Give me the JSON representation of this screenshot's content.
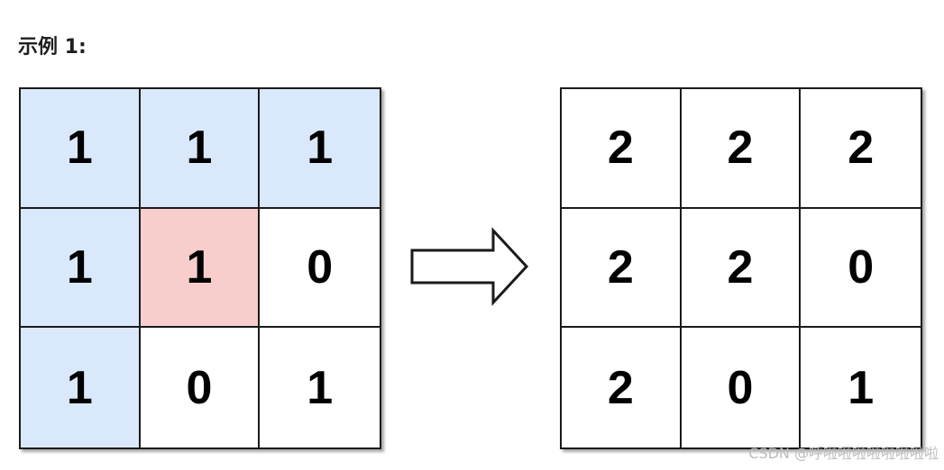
{
  "title": "示例 1:",
  "colors": {
    "highlight_blue": "#dae8fc",
    "highlight_red": "#f8cecc",
    "plain": "#ffffff"
  },
  "left_grid": {
    "cells": [
      [
        {
          "value": "1",
          "fill": "blue"
        },
        {
          "value": "1",
          "fill": "blue"
        },
        {
          "value": "1",
          "fill": "blue"
        }
      ],
      [
        {
          "value": "1",
          "fill": "blue"
        },
        {
          "value": "1",
          "fill": "red"
        },
        {
          "value": "0",
          "fill": "none"
        }
      ],
      [
        {
          "value": "1",
          "fill": "blue"
        },
        {
          "value": "0",
          "fill": "none"
        },
        {
          "value": "1",
          "fill": "none"
        }
      ]
    ]
  },
  "arrow_icon": "right-arrow-outline-icon",
  "right_grid": {
    "cells": [
      [
        {
          "value": "2",
          "fill": "none"
        },
        {
          "value": "2",
          "fill": "none"
        },
        {
          "value": "2",
          "fill": "none"
        }
      ],
      [
        {
          "value": "2",
          "fill": "none"
        },
        {
          "value": "2",
          "fill": "none"
        },
        {
          "value": "0",
          "fill": "none"
        }
      ],
      [
        {
          "value": "2",
          "fill": "none"
        },
        {
          "value": "0",
          "fill": "none"
        },
        {
          "value": "1",
          "fill": "none"
        }
      ]
    ]
  },
  "watermark": "CSDN @呼啦啦啦啦啦啦啦啦"
}
